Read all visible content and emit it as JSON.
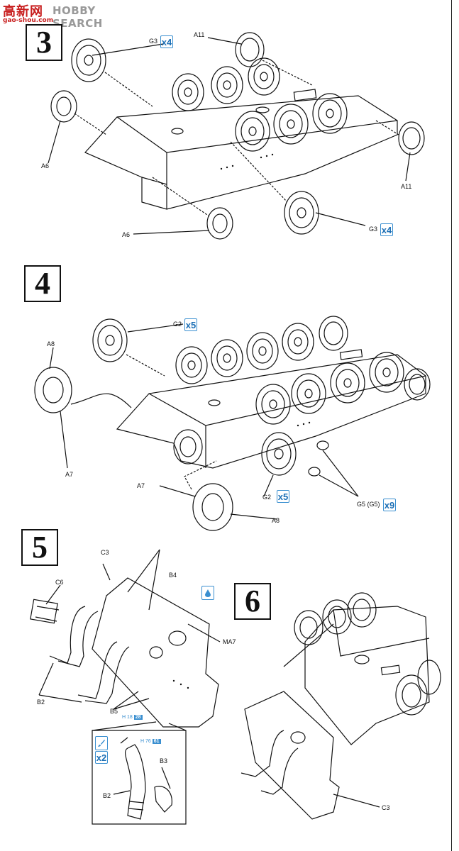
{
  "watermark": {
    "brand": "高新网",
    "search": "HOBBY SEARCH",
    "url": "gao-shou.com"
  },
  "steps": {
    "s3": "3",
    "s4": "4",
    "s5": "5",
    "s6": "6"
  },
  "step3": {
    "labels": {
      "g3_top": "G3",
      "g3_bottom": "G3",
      "a11_top": "A11",
      "a11_right": "A11",
      "a6_left": "A6",
      "a6_bottom": "A6"
    },
    "qty": {
      "g3_top": "x4",
      "g3_bottom": "x4"
    }
  },
  "step4": {
    "labels": {
      "g2_top": "G2",
      "g2_bottom": "G2",
      "a8_left": "A8",
      "a7_left": "A7",
      "a7_bottom": "A7",
      "a8_bottom": "A8",
      "g5": "G5 (G5)"
    },
    "qty": {
      "g2_top": "x5",
      "g2_bottom": "x5",
      "g5": "x9"
    }
  },
  "step5": {
    "labels": {
      "c3": "C3",
      "c6": "C6",
      "b4": "B4",
      "ma7": "MA7",
      "b2": "B2",
      "b5": "B5",
      "b3": "B3",
      "b2_inset": "B2"
    },
    "refs": {
      "r1_prefix": "H 18",
      "r1_code": "28",
      "r2_prefix": "H 76",
      "r2_code": "61"
    },
    "qty": {
      "inset": "x2"
    },
    "icons": [
      "paint-drop-icon",
      "paint-brush-icon"
    ]
  },
  "step6": {
    "labels": {
      "c3": "C3"
    }
  },
  "colors": {
    "ink": "#111111",
    "accent_blue": "#3a8fd0",
    "watermark_red": "#c81e1e"
  }
}
